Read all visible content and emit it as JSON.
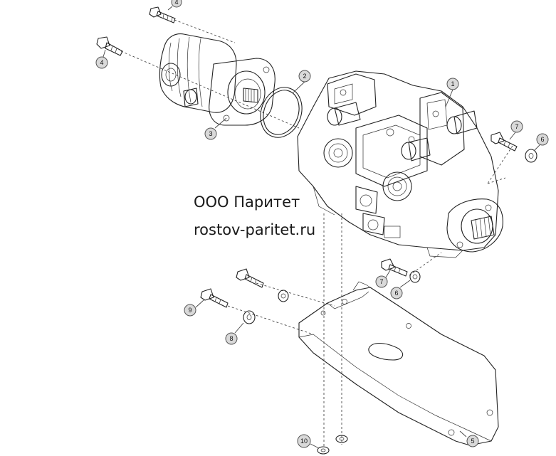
{
  "watermark": {
    "company": "ООО Паритет",
    "site": "rostov-paritet.ru"
  },
  "callouts": [
    {
      "label": "1"
    },
    {
      "label": "2"
    },
    {
      "label": "3"
    },
    {
      "label": "4"
    },
    {
      "label": "4"
    },
    {
      "label": "5"
    },
    {
      "label": "6"
    },
    {
      "label": "6"
    },
    {
      "label": "7"
    },
    {
      "label": "7"
    },
    {
      "label": "8"
    },
    {
      "label": "9"
    },
    {
      "label": "10"
    }
  ]
}
